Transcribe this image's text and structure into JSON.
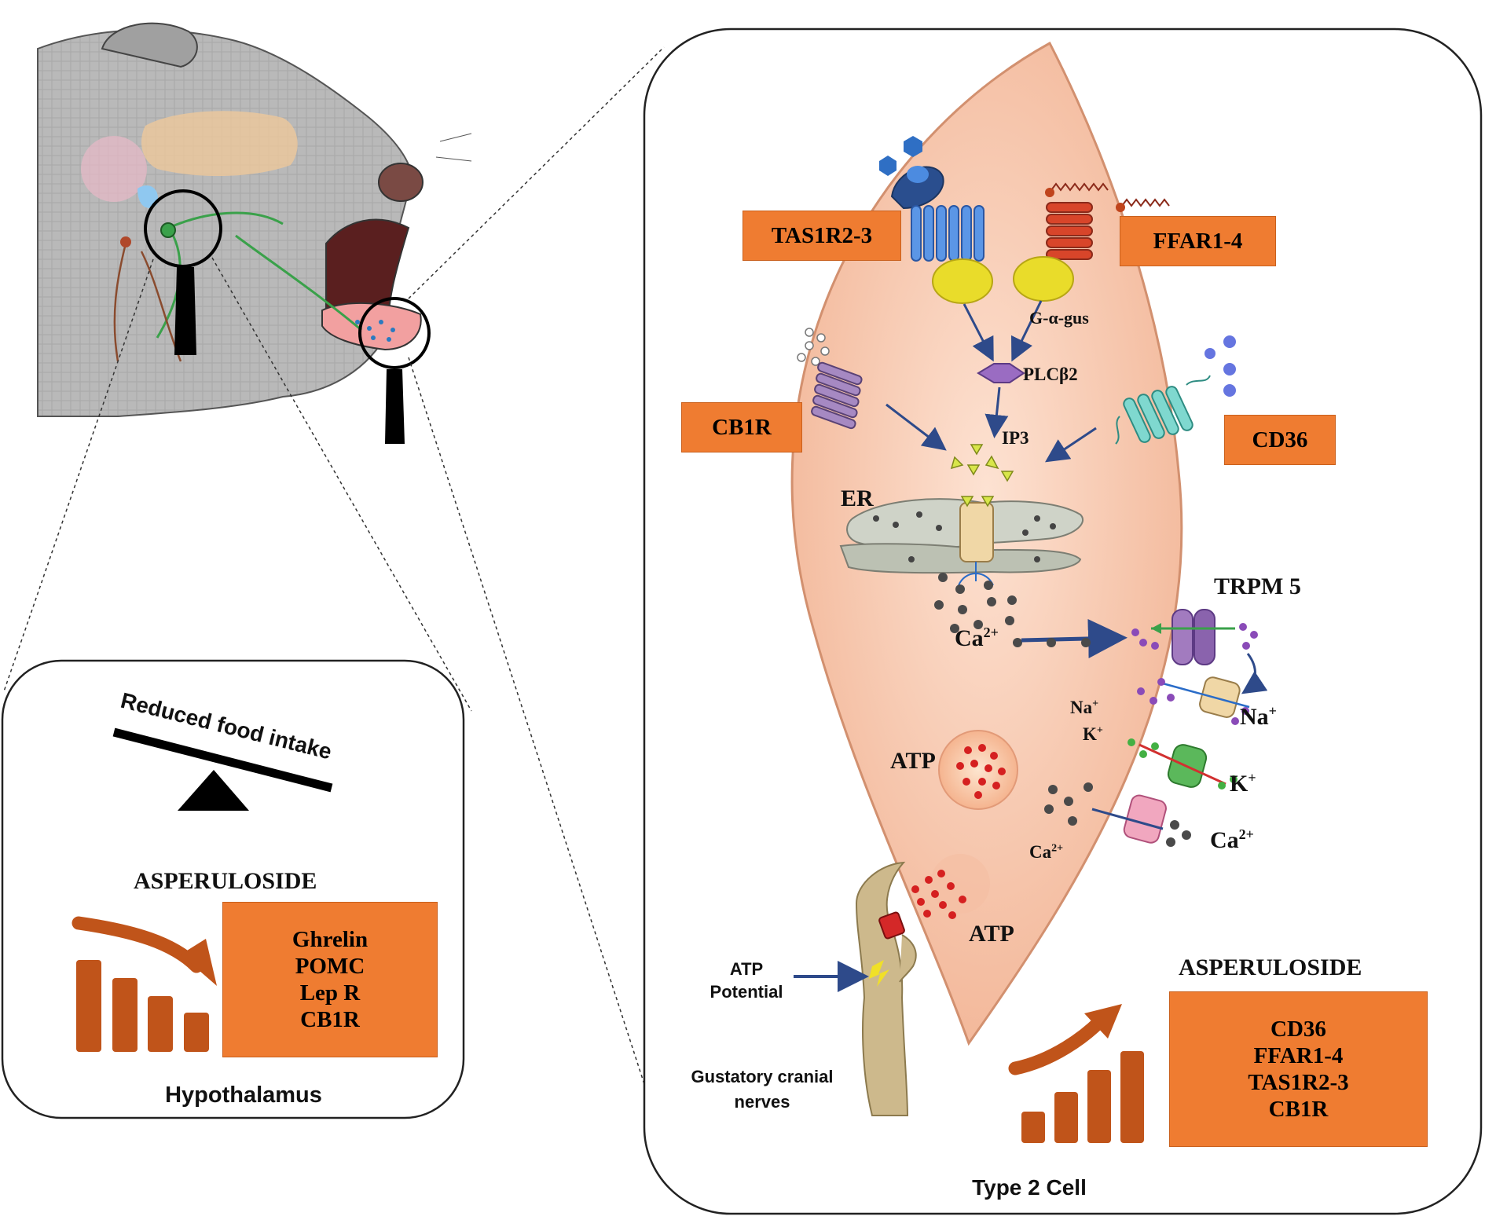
{
  "receptors": {
    "tas1r": "TAS1R2-3",
    "ffar": "FFAR1-4",
    "cb1r": "CB1R",
    "cd36": "CD36"
  },
  "signaling": {
    "g_protein": "G-α-gus",
    "plc": "PLCβ2",
    "ip3": "IP3",
    "er": "ER",
    "ca_er": "Ca",
    "ca_er_sup": "2+",
    "trpm": "TRPM 5"
  },
  "ions": {
    "na_in": "Na",
    "na_in_sup": "+",
    "na_out": "Na",
    "na_out_sup": "+",
    "k_in": "K",
    "k_in_sup": "+",
    "k_out": "K",
    "k_out_sup": "+",
    "ca_in": "Ca",
    "ca_in_sup": "2+",
    "ca_out": "Ca",
    "ca_out_sup": "2+"
  },
  "atp": {
    "atp_vesicle": "ATP",
    "atp_release": "ATP",
    "atp_potential_line1": "ATP",
    "atp_potential_line2": "Potential",
    "nerve_line1": "Gustatory cranial",
    "nerve_line2": "nerves"
  },
  "right_panel": {
    "title": "Type 2 Cell",
    "compound": "ASPERULOSIDE",
    "upregulated": [
      "CD36",
      "FFAR1-4",
      "TAS1R2-3",
      "CB1R"
    ]
  },
  "left_panel": {
    "balance_label": "Reduced food intake",
    "compound": "ASPERULOSIDE",
    "downregulated": [
      "Ghrelin",
      "POMC",
      "Lep R",
      "CB1R"
    ],
    "region": "Hypothalamus"
  },
  "colors": {
    "orange_box": "#ef7c31",
    "trend_brown": "#c0541a",
    "cell_fill": "#f8cbb0",
    "arrow_navy": "#2e4a8a"
  }
}
